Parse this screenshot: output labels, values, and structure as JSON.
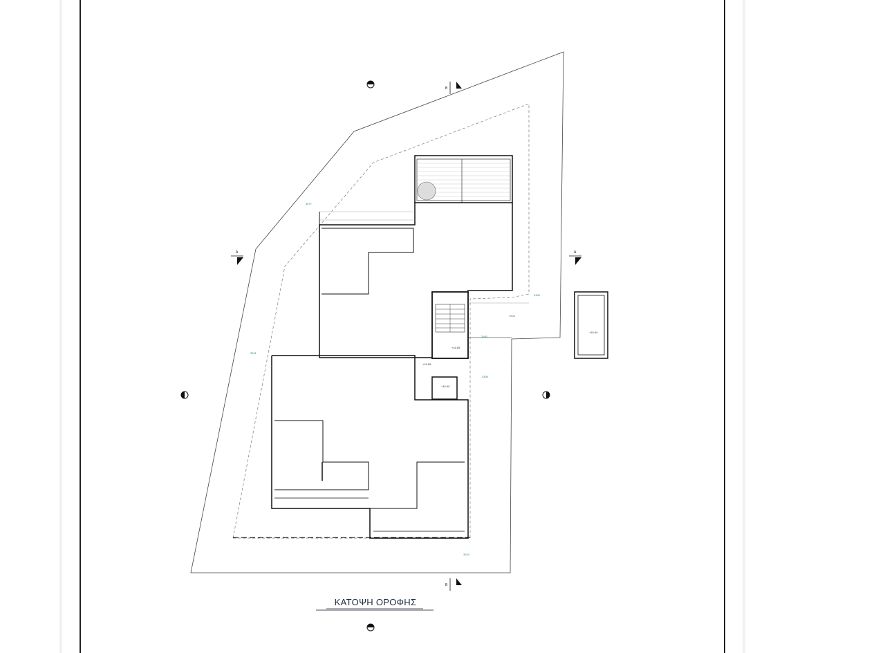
{
  "drawing": {
    "title": "ΚΑΤΟΨΗ ΟΡΟΦΗΣ",
    "section_markers": {
      "a": "A",
      "b": "B"
    },
    "dimensions": [
      "3077",
      "3221",
      "4100",
      "7604",
      "3100",
      "3300",
      "3010"
    ],
    "levels": [
      "+16.65",
      "+16.65",
      "+15.90",
      "+15.90"
    ],
    "colors": {
      "lines": "#111111",
      "dimension_text": "#2a7a7a",
      "title": "#1e2a40"
    }
  }
}
